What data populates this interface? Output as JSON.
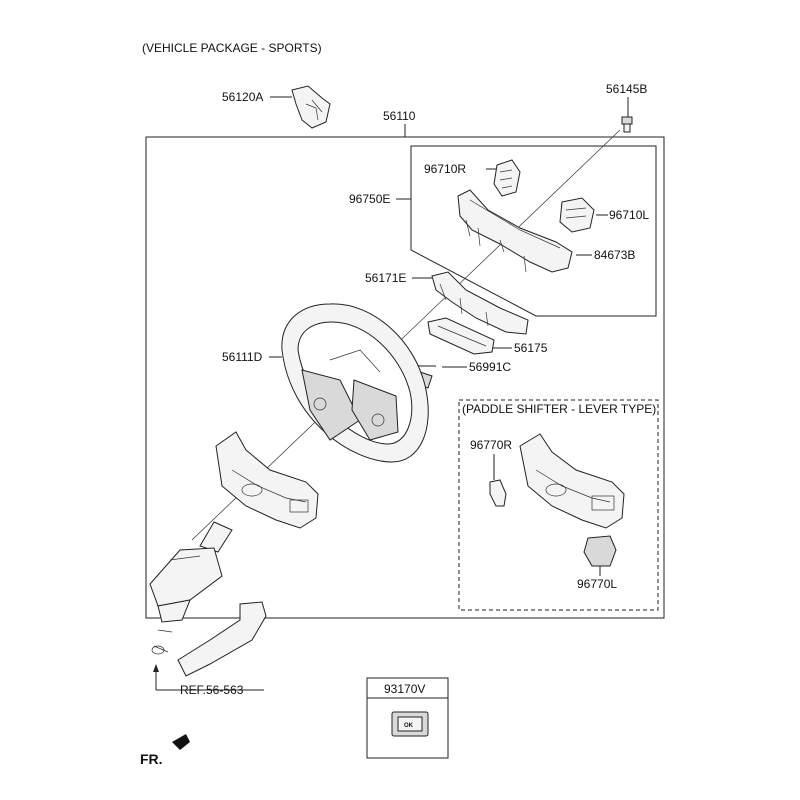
{
  "package_title": "(VEHICLE PACKAGE - SPORTS)",
  "paddle_title": "(PADDLE SHIFTER - LEVER TYPE)",
  "parts": {
    "p56120A": "56120A",
    "p56145B": "56145B",
    "p56110": "56110",
    "p96710R": "96710R",
    "p96750E": "96750E",
    "p96710L": "96710L",
    "p84673B": "84673B",
    "p56171E": "56171E",
    "p56175": "56175",
    "p56111D": "56111D",
    "p56991C": "56991C",
    "p96770R": "96770R",
    "p96770L": "96770L",
    "p93170V": "93170V"
  },
  "ref_label": "REF.56-563",
  "front_label": "FR.",
  "switch_text": "OK"
}
